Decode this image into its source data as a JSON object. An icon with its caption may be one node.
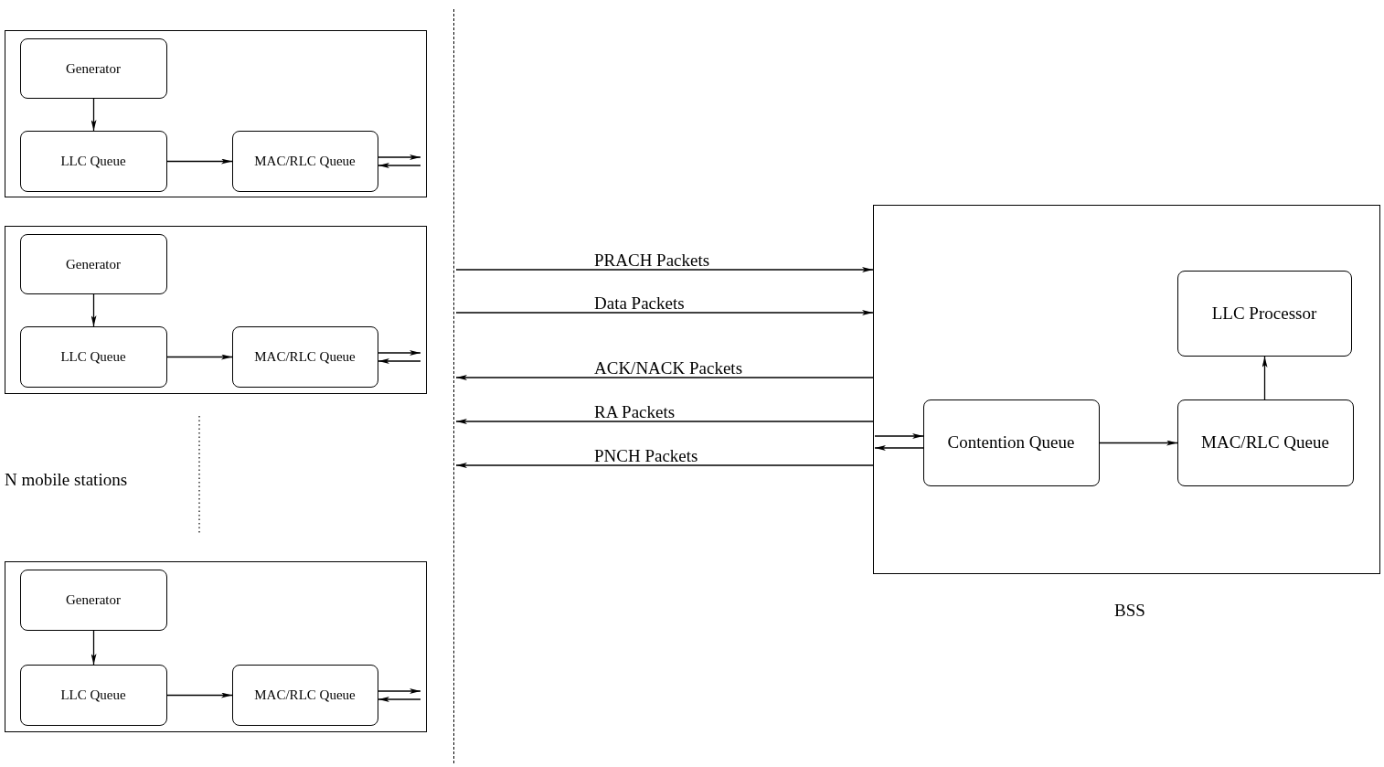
{
  "diagram": {
    "nodes": [
      {
        "text": [],
        "shape": "box"
      },
      {
        "text": [
          "Generator"
        ],
        "in": 0
      },
      {
        "text": [
          "LLC Queue"
        ],
        "in": 0
      },
      {
        "text": [
          "MAC/RLC Queue"
        ],
        "in": 0
      },
      {
        "text": [],
        "shape": "box"
      },
      {
        "text": [
          "Generator"
        ],
        "in": 4
      },
      {
        "text": [
          "LLC Queue"
        ],
        "in": 4
      },
      {
        "text": [
          "MAC/RLC Queue"
        ],
        "in": 4
      },
      {
        "text": [],
        "shape": "box"
      },
      {
        "text": [
          "Generator"
        ],
        "in": 8
      },
      {
        "text": [
          "LLC Queue"
        ],
        "in": 8
      },
      {
        "text": [
          "MAC/RLC Queue"
        ],
        "in": 8
      },
      {
        "text": [
          "BSS"
        ]
      },
      {
        "text": [
          "LLC Processor"
        ],
        "in": 12
      },
      {
        "text": [
          "Contention Queue"
        ],
        "in": 12
      },
      {
        "text": [
          "MAC/RLC Queue"
        ],
        "in": 12
      },
      {
        "text": [],
        "shape": "bar"
      }
    ],
    "edges": [
      {
        "from": 1,
        "to": 2,
        "arrow": "to"
      },
      {
        "from": 2,
        "to": 3,
        "arrow": "to"
      },
      {
        "from": 3,
        "to": null,
        "arrow": "to"
      },
      {
        "from": null,
        "to": 3,
        "arrow": "to"
      },
      {
        "from": 5,
        "to": 6,
        "arrow": "to"
      },
      {
        "from": 6,
        "to": 7,
        "arrow": "to"
      },
      {
        "from": 7,
        "to": null,
        "arrow": "to"
      },
      {
        "from": null,
        "to": 7,
        "arrow": "to"
      },
      {
        "from": 9,
        "to": 10,
        "arrow": "to"
      },
      {
        "from": 10,
        "to": 11,
        "arrow": "to"
      },
      {
        "from": 11,
        "to": null,
        "arrow": "to"
      },
      {
        "from": null,
        "to": 11,
        "arrow": "to"
      },
      {
        "from": 16,
        "to": 12,
        "label": "PRACH Packets",
        "arrow": "to"
      },
      {
        "from": 16,
        "to": 12,
        "label": "Data Packets",
        "arrow": "to"
      },
      {
        "from": 12,
        "to": 16,
        "label": "ACK/NACK Packets",
        "arrow": "to"
      },
      {
        "from": 12,
        "to": 16,
        "label": "RA Packets",
        "arrow": "to"
      },
      {
        "from": 12,
        "to": 16,
        "label": "PNCH Packets",
        "arrow": "to"
      },
      {
        "from": null,
        "to": 14,
        "arrow": "to"
      },
      {
        "from": 14,
        "to": null,
        "arrow": "to"
      },
      {
        "from": 14,
        "to": 15,
        "arrow": "to"
      },
      {
        "from": 15,
        "to": 13,
        "arrow": "to"
      }
    ],
    "labels": [
      "N mobile stations"
    ]
  }
}
